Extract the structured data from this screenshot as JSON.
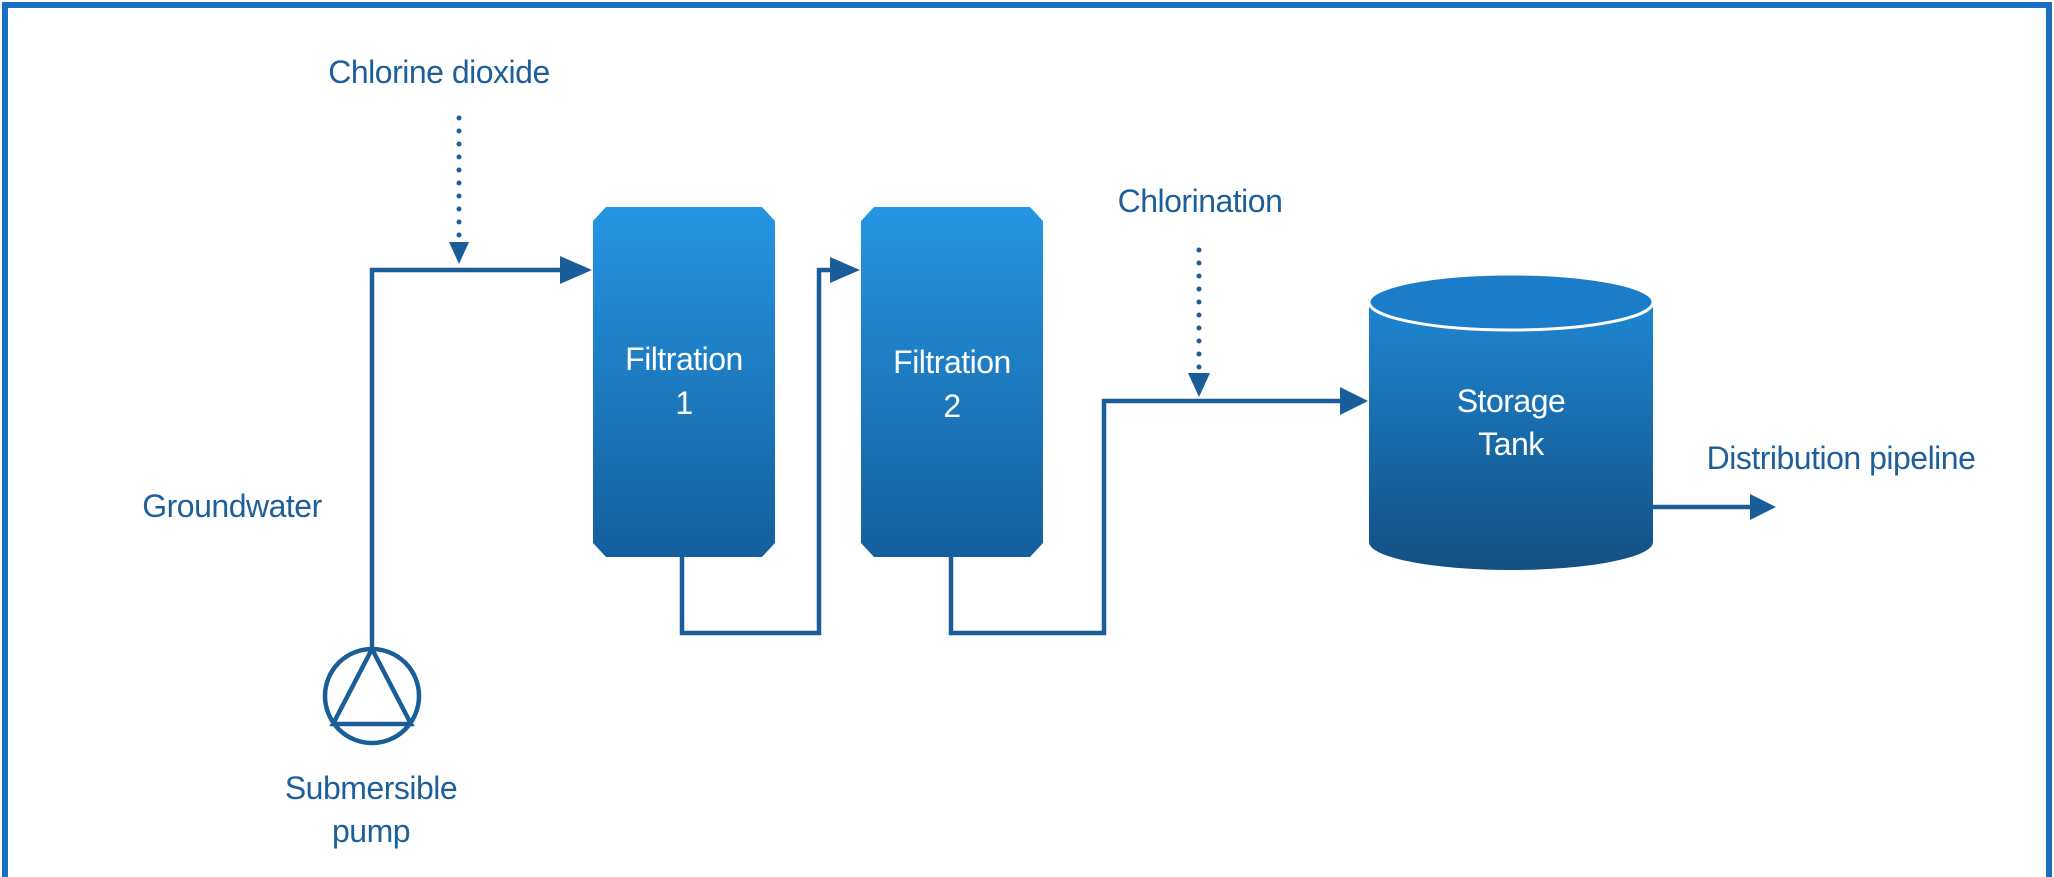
{
  "colors": {
    "frame": "#1a6fc0",
    "line": "#1a5e99",
    "label_text": "#1f5f99",
    "vessel_top": "#2596e3",
    "vessel_bottom": "#155f9c",
    "tank_top_fill": "#1b7cc9",
    "inside_text": "#ffffff"
  },
  "labels": {
    "chlorine_dioxide": "Chlorine dioxide",
    "chlorination": "Chlorination",
    "groundwater": "Groundwater",
    "submersible_pump": [
      "Submersible",
      "pump"
    ],
    "distribution_pipeline": "Distribution pipeline"
  },
  "units": {
    "filtration_1": [
      "Filtration",
      "1"
    ],
    "filtration_2": [
      "Filtration",
      "2"
    ],
    "storage_tank": [
      "Storage",
      "Tank"
    ]
  },
  "icons": {
    "pump": "pump-symbol-icon",
    "flow_arrow": "arrow-head-icon"
  }
}
